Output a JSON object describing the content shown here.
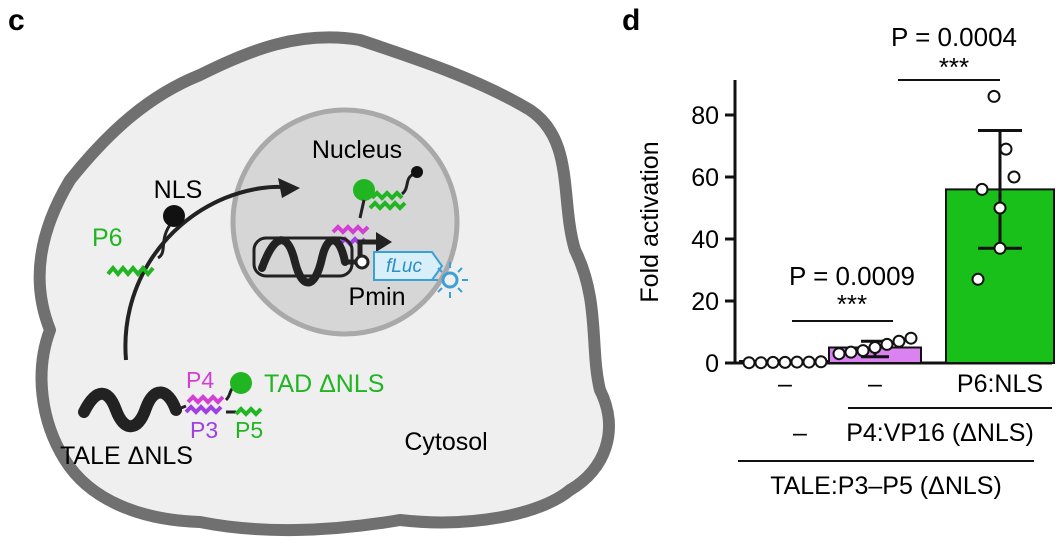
{
  "panel_c": {
    "letter": "c",
    "labels": {
      "nls": "NLS",
      "p6": "P6",
      "nucleus": "Nucleus",
      "gene": "fLuc",
      "pmin": "Pmin",
      "p4": "P4",
      "p3": "P3",
      "p5": "P5",
      "tad": "TAD ΔNLS",
      "tale": "TALE ΔNLS",
      "cytosol": "Cytosol"
    }
  },
  "panel_d": {
    "letter": "d"
  },
  "colors": {
    "green": "#22b522",
    "magenta": "#d33fd3",
    "purple": "#a040e0",
    "bar_purple": "#d982f0",
    "bar_green": "#19c019",
    "cell": "#efefef",
    "membrane": "#707070",
    "nucleus_fill": "#d6d6d6",
    "nucleus_edge": "#a9a9a9",
    "gene_blue": "#3aa0d8"
  },
  "chart_data": {
    "type": "bar",
    "ylabel": "Fold activation",
    "ylim": [
      0,
      90
    ],
    "yticks": [
      0,
      20,
      40,
      60,
      80
    ],
    "categories": [
      "–",
      "–",
      "P6:NLS"
    ],
    "values": [
      0.3,
      5,
      56
    ],
    "error_low": [
      0,
      2,
      37
    ],
    "error_high": [
      0.6,
      7,
      75
    ],
    "points": [
      [
        0.1,
        0.1,
        0.2,
        0.2,
        0.3,
        0.3,
        0.4
      ],
      [
        3,
        3.5,
        4,
        5,
        6,
        7,
        8
      ],
      [
        27,
        37,
        50,
        56,
        60,
        69,
        86
      ]
    ],
    "bar_colors": [
      "#000000",
      "#d982f0",
      "#19c019"
    ],
    "comparisons": [
      {
        "p": "P = 0.0009",
        "stars": "***"
      },
      {
        "p": "P = 0.0004",
        "stars": "***"
      }
    ],
    "group_labels": {
      "row2_dash": "–",
      "row2_label": "P4:VP16 (ΔNLS)",
      "row3_label": "TALE:P3–P5 (ΔNLS)"
    }
  }
}
